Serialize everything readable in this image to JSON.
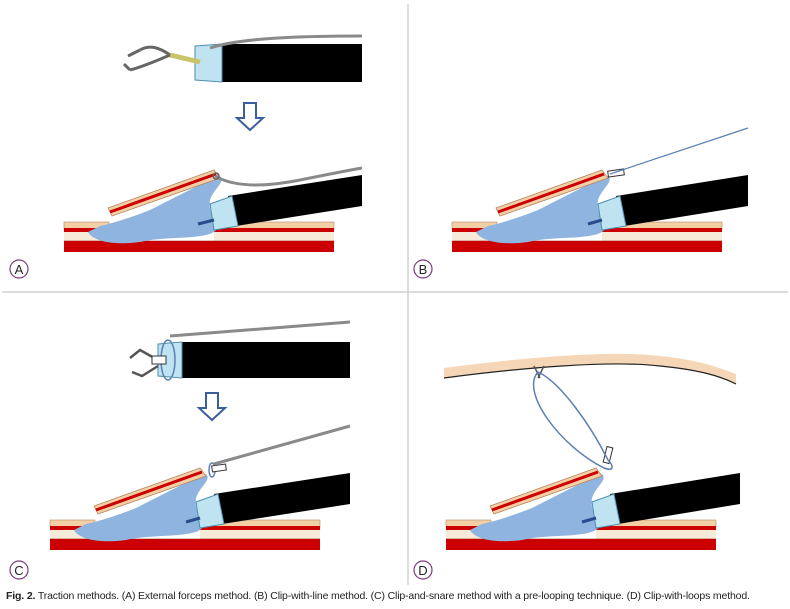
{
  "panels": [
    {
      "id": "A",
      "label": "A"
    },
    {
      "id": "B",
      "label": "B"
    },
    {
      "id": "C",
      "label": "C"
    },
    {
      "id": "D",
      "label": "D"
    }
  ],
  "caption": {
    "prefix": "Fig. 2.",
    "text": " Traction methods. (A) External forceps method. (B) Clip-with-line method. (C) Clip-and-snare method with a pre-looping technique. (D) Clip-with-loops method."
  },
  "colors": {
    "divider": "#c8c8c8",
    "scope": "#000000",
    "cap": "#bfe3f0",
    "submucosa": "#8fb4e0",
    "muscle": "#cc0000",
    "mucosa": "#f3cfa6",
    "wire": "#8a8a8a",
    "line": "#5b7fb6",
    "forceps_jaw": "#c9c46a"
  },
  "icons": [
    "down-arrow-icon",
    "forceps-icon",
    "clip-icon",
    "snare-loop-icon",
    "endoscope-icon"
  ]
}
